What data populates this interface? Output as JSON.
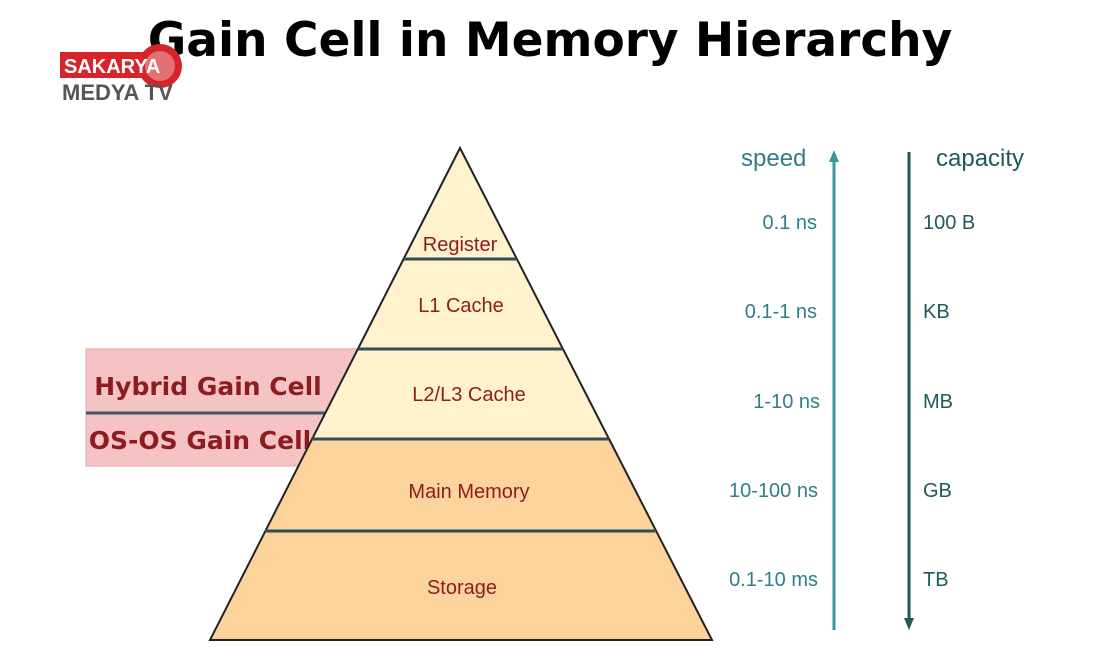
{
  "title": "Gain Cell in Memory Hierarchy",
  "logo": {
    "line1": "SAKARYA",
    "line2": "MEDYA TV"
  },
  "levels": [
    "Register",
    "L1 Cache",
    "L2/L3 Cache",
    "Main Memory",
    "Storage"
  ],
  "gain_cells": [
    "Hybrid Gain Cell",
    "OS-OS Gain Cell"
  ],
  "speed": {
    "label": "speed",
    "values": [
      "0.1 ns",
      "0.1-1 ns",
      "1-10 ns",
      "10-100 ns",
      "0.1-10 ms"
    ]
  },
  "capacity": {
    "label": "capacity",
    "values": [
      "100 B",
      "KB",
      "MB",
      "GB",
      "TB"
    ]
  },
  "colors": {
    "upper": "#fff2cc",
    "lower": "#fbd39b",
    "pink": "#f6c3c5",
    "text_red": "#8c1c1f",
    "teal": "#2f7f86",
    "dark_teal": "#1e5a57"
  }
}
